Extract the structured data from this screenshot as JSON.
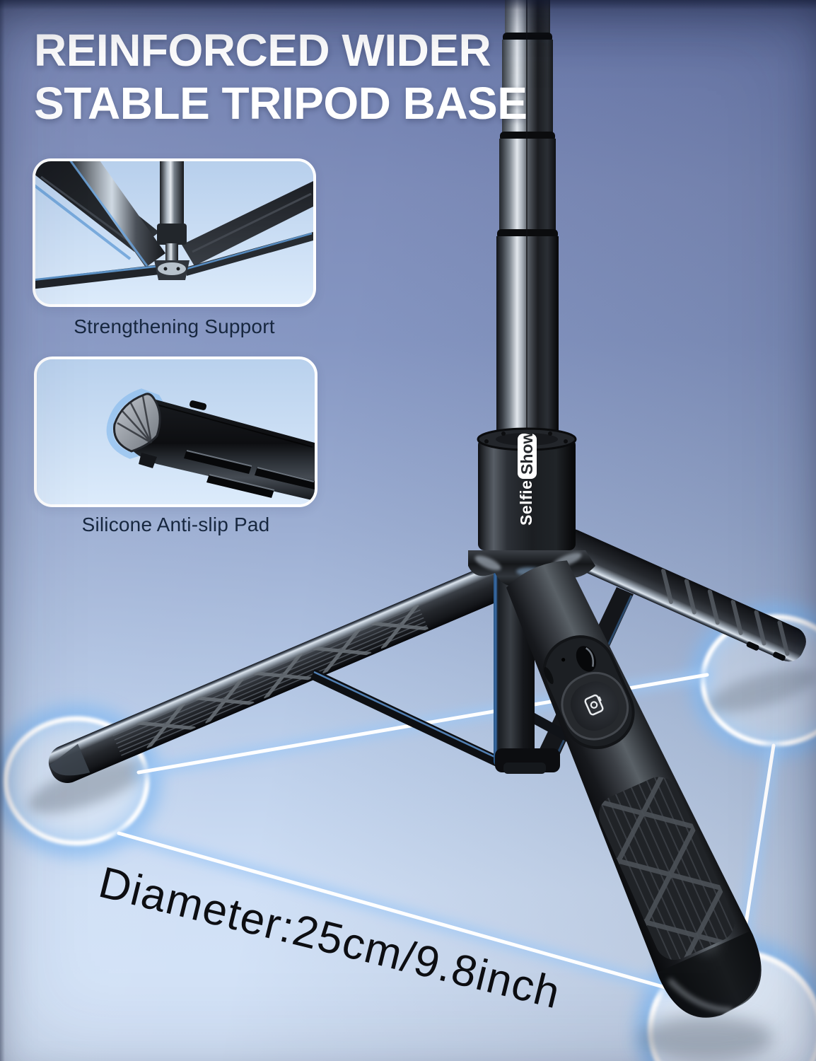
{
  "header": {
    "line1": "REINFORCED WIDER",
    "line2": "STABLE TRIPOD BASE"
  },
  "callouts": [
    {
      "caption": "Strengthening Support"
    },
    {
      "caption": "Silicone Anti-slip Pad"
    }
  ],
  "brand": {
    "part1": "Selfie",
    "part2": "Show"
  },
  "dimension": {
    "label": "Diameter:25cm/9.8inch"
  },
  "colors": {
    "background_top": "#6d7bac",
    "background_bottom": "#d5e4f8",
    "headline": "#ffffff",
    "caption": "#17273f",
    "dimension_text": "#0d0e12",
    "glow_blue": "#7fb7f2",
    "line_white": "#ffffff",
    "product_black": "#17191d"
  }
}
